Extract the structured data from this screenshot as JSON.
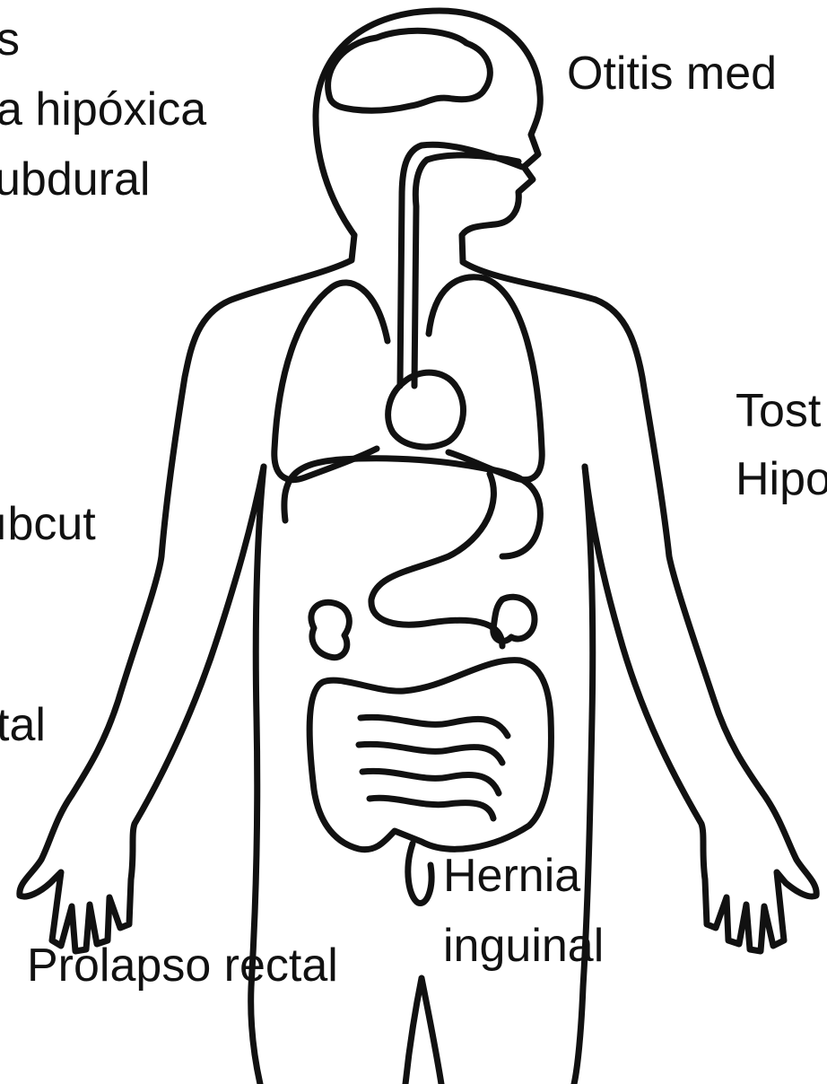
{
  "labels": {
    "head_line1": "s",
    "head_line2": "a hipóxica",
    "head_line3": "ubdural",
    "ear": "Otitis med",
    "chest_right_1": "Tost",
    "chest_right_2": "Hipo",
    "left_arm": "ıbcut",
    "left_hip": "tal",
    "rectal": "Prolapso rectal",
    "hernia_1": "Hernia",
    "hernia_2": "inguinal"
  },
  "colors": {
    "outline": "#111111",
    "background": "#ffffff"
  }
}
